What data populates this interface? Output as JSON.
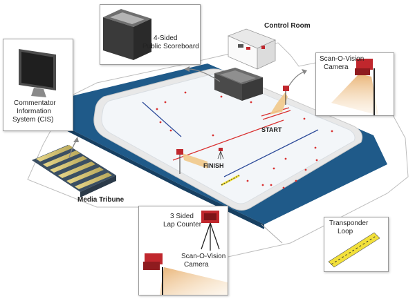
{
  "labels": {
    "control_room": "Control Room",
    "scoreboard_line1": "4-Sided",
    "scoreboard_line2": "Public Scoreboard",
    "sov_top_line1": "Scan-O-Vision",
    "sov_top_line2": "Camera",
    "cis_line1": "Commentator",
    "cis_line2": "Information",
    "cis_line3": "System (CIS)",
    "start": "START",
    "finish": "FINISH",
    "media_tribune": "Media Tribune",
    "lap_counter_line1": "3 Sided",
    "lap_counter_line2": "Lap Counter",
    "sov_bottom_line1": "Scan-O-Vision",
    "sov_bottom_line2": "Camera",
    "transponder_line1": "Transponder",
    "transponder_line2": "Loop"
  },
  "colors": {
    "ice": "#f2f5f8",
    "rink_blue": "#1f5a89",
    "barrier": "#e6e6e6",
    "start_line": "#d93030",
    "blue_line": "#2e4c9a",
    "device_red": "#c0272d",
    "beam": "#e9b87a",
    "loop_yellow": "#f2e03a"
  },
  "icons": [
    "monitor-icon",
    "scoreboard-icon",
    "camera-icon",
    "lap-counter-icon",
    "control-room-icon",
    "grandstand-icon",
    "transponder-loop-icon"
  ]
}
